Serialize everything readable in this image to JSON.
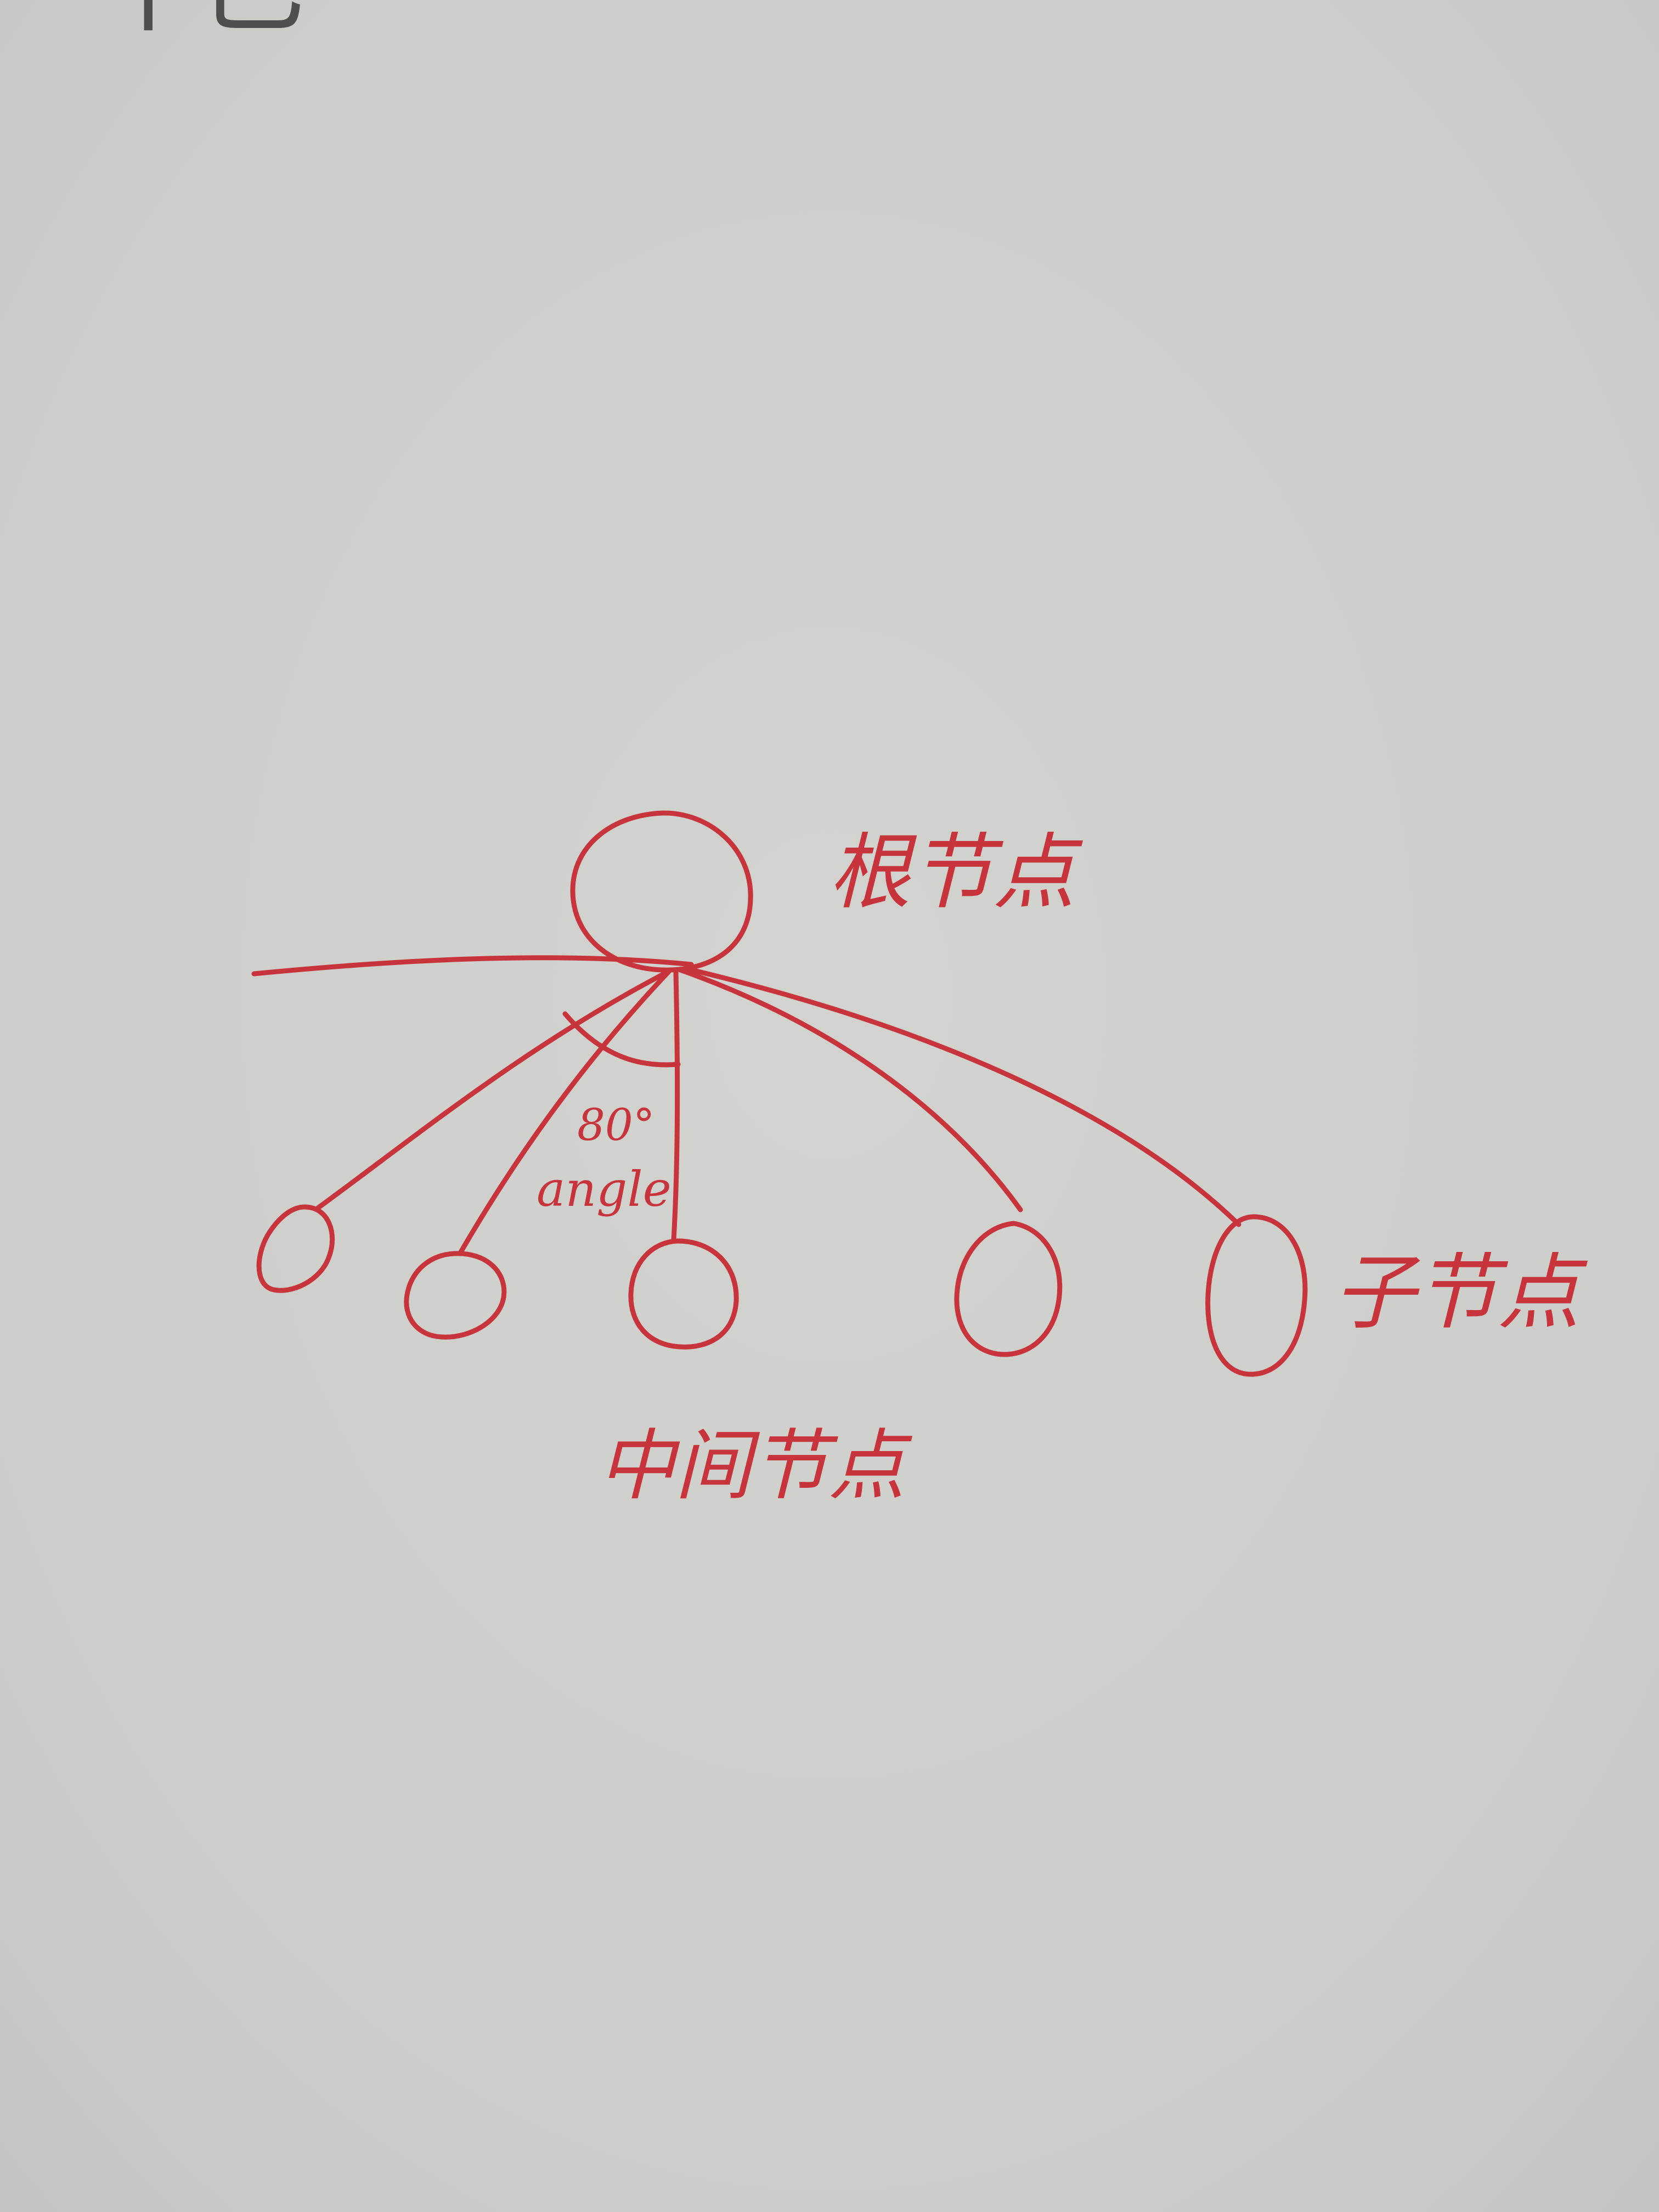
{
  "diagram": {
    "colors": {
      "paper": "#d4d4d1",
      "ink": "#c8343c",
      "pencil": "#3a3a3a"
    },
    "labels": {
      "root": "根节点",
      "leaf": "子节点",
      "middle": "中间节点",
      "angle_value": "80°",
      "angle_word": "angle"
    },
    "corner_mark": "十己"
  }
}
